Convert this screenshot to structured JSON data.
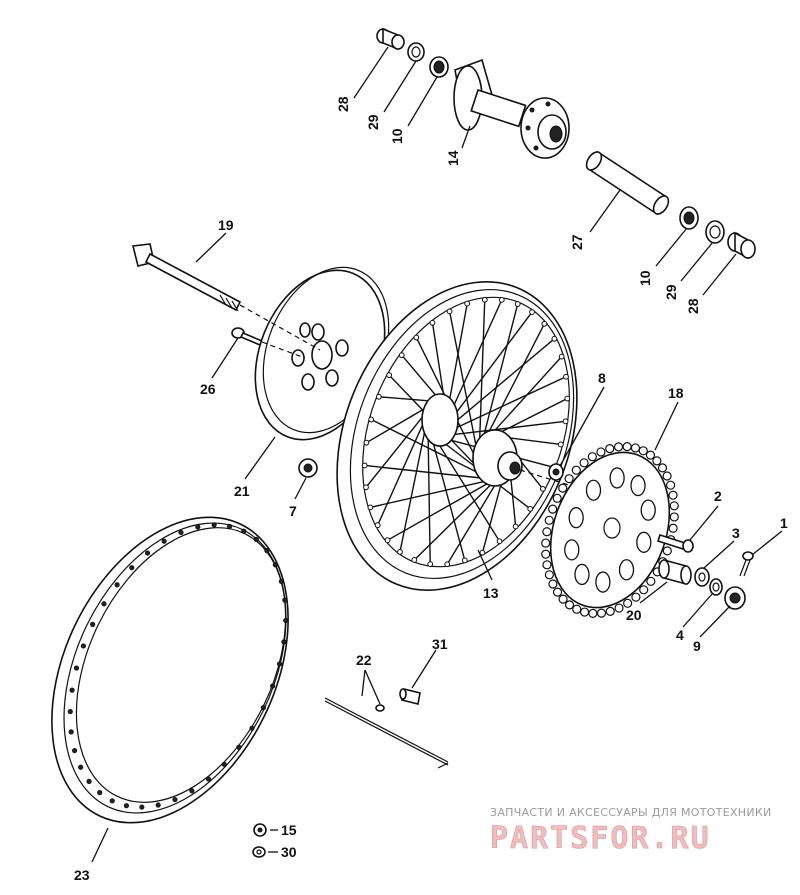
{
  "callouts": {
    "c1": "1",
    "c2": "2",
    "c3": "3",
    "c4": "4",
    "c7": "7",
    "c8": "8",
    "c9": "9",
    "c10a": "10",
    "c10b": "10",
    "c13": "13",
    "c14": "14",
    "c15": "15",
    "c18": "18",
    "c19": "19",
    "c20": "20",
    "c21": "21",
    "c22": "22",
    "c23": "23",
    "c26": "26",
    "c27": "27",
    "c28a": "28",
    "c28b": "28",
    "c29a": "29",
    "c29b": "29",
    "c30": "30",
    "c31": "31"
  },
  "watermark": {
    "caption": "ЗАПЧАСТИ И АКСЕССУАРЫ ДЛЯ МОТОТЕХНИКИ",
    "logo_text": "PARTSFOR.RU"
  }
}
